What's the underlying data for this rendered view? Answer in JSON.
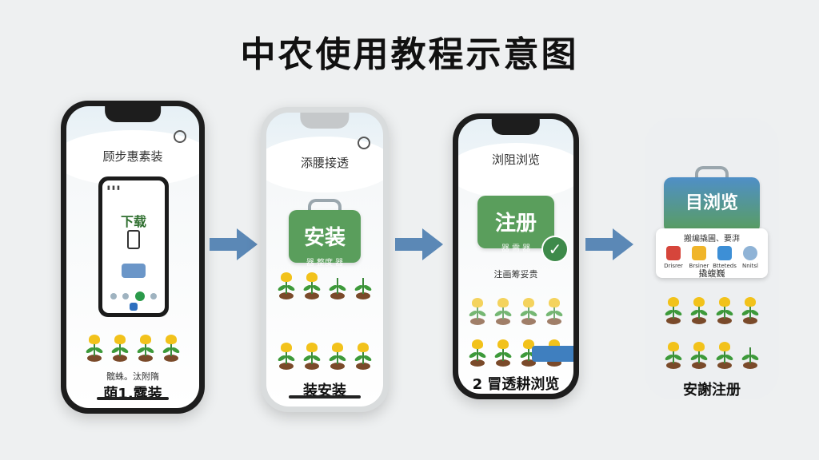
{
  "title": "中农使用教程示意图",
  "colors": {
    "accent_green": "#5a9e5c",
    "arrow_blue": "#5b88b6",
    "flower_yellow": "#f2c21b"
  },
  "steps": [
    {
      "screen_title": "顾步惠素装",
      "inner_phone": {
        "label": "下载"
      },
      "subcaption": "髋蛛。汰附隋",
      "caption": "荫1.露装"
    },
    {
      "screen_title": "添腰接透",
      "card": {
        "label": "安装",
        "sub": "器 整度 器"
      },
      "caption": "装安装"
    },
    {
      "screen_title": "浏阻浏览",
      "card": {
        "label": "注册",
        "sub": "器 需 器"
      },
      "card_caption": "注画筹妥贵",
      "caption": "2 冒透耕浏览"
    },
    {
      "card": {
        "label": "目浏览"
      },
      "sheet_text": "搬编撬圃、要湃",
      "sheet_icons": [
        "Drisrer",
        "Brsiner",
        "Btteteds",
        "Nnitsl"
      ],
      "sheet_caption": "撬蝮巍",
      "caption": "安謝注册"
    }
  ]
}
